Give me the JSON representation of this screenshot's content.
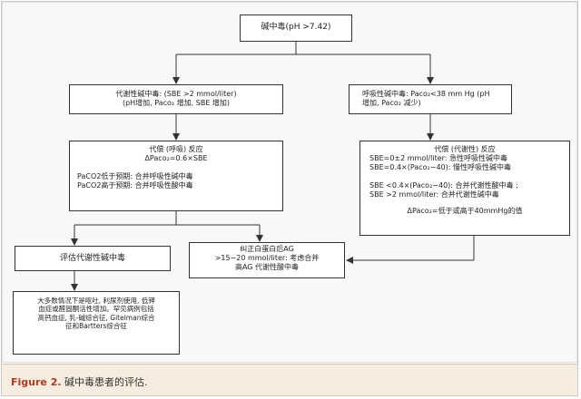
{
  "figure": {
    "label": "Figure 2.",
    "title": "碱中毒患者的评估."
  },
  "nodes": {
    "top": {
      "lines": [
        "碱中毒(pH >7.42)"
      ]
    },
    "metabolic": {
      "lines": [
        "代谢性碱中毒: (SBE >2 mmol/liter)",
        "(pH增加, Paco₂ 增加, SBE 增加)"
      ]
    },
    "respiratory": {
      "lines": [
        "呼吸性碱中毒: Paco₂<38 mm Hg (pH",
        "增加, Paco₂ 减少)"
      ]
    },
    "comp_resp": {
      "title": "代偿 (呼吸) 反应",
      "formula": "ΔPaco₂=0.6×SBE",
      "lines": [
        "PaCO2低于预期: 合并呼吸性碱中毒",
        "PaCO2高于预期: 合并呼吸性酸中毒"
      ]
    },
    "comp_metab": {
      "title": "代偿 (代谢性) 反应",
      "lines_a": [
        "SBE=0±2 mmol/liter: 急性呼吸性碱中毒",
        "SBE=0.4×(Paco₂−40): 慢性呼吸性碱中毒"
      ],
      "lines_b": [
        "SBE <0.4×(Paco₂−40): 合并代谢性酸中毒 ;",
        "SBE >2 mmol/liter: 合并代谢性碱中毒"
      ],
      "footer": "ΔPaco₂=低于或高于40mmHg的值"
    },
    "evaluate": {
      "lines": [
        "评估代谢性碱中毒"
      ]
    },
    "ag": {
      "lines": [
        "纠正白蛋白后AG",
        ">15−20 mmol/liter: 考虑合并",
        "高AG 代谢性酸中毒"
      ]
    },
    "causes": {
      "lines": [
        "大多数情况下是呕吐, 利尿剂使用, 低钾",
        "血症或醛固酮活性增加。罕见病例包括",
        "高钙血症, 乳-碱综合征, Gitelman综合",
        "征和Bartters综合征"
      ]
    }
  }
}
